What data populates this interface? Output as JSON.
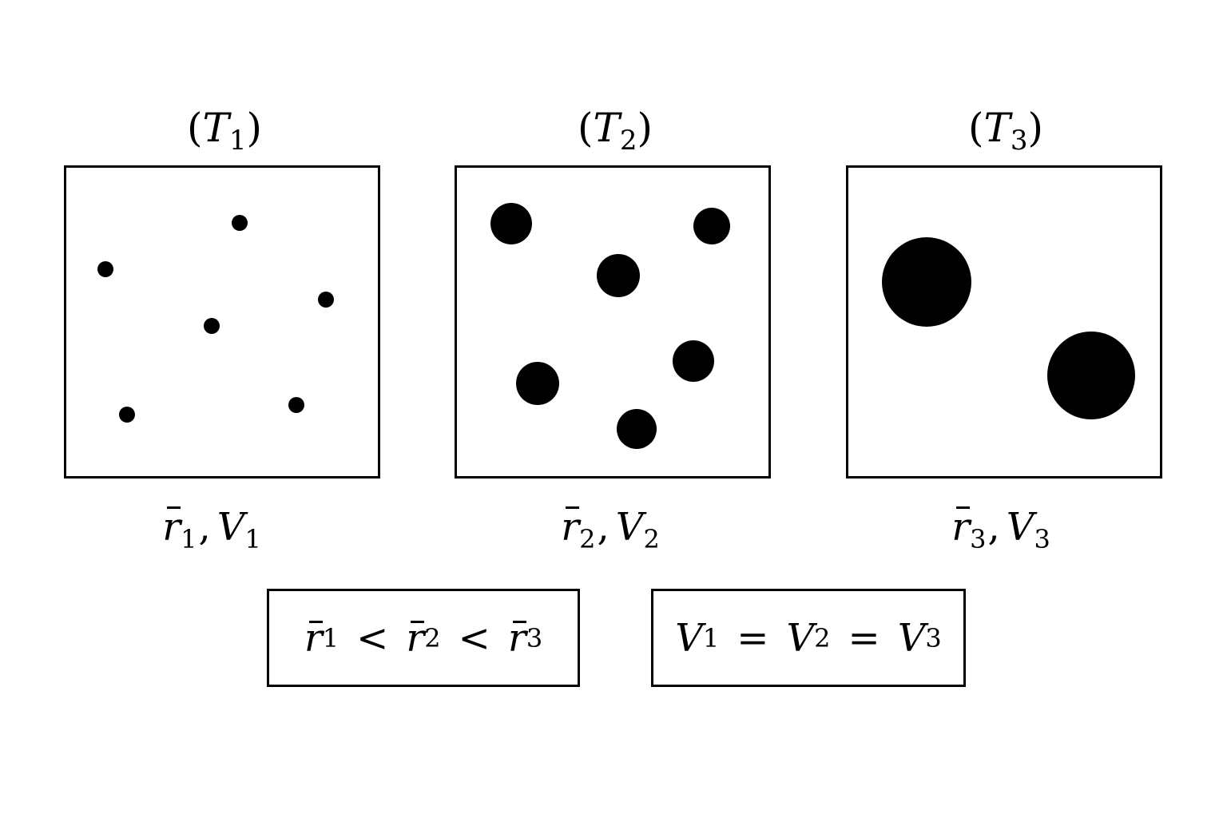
{
  "panels": [
    {
      "title_letter": "T",
      "title_index": "1",
      "caption": {
        "r_symbol": "r",
        "r_index": "1",
        "separator": ",",
        "v_symbol": "V",
        "v_index": "1"
      }
    },
    {
      "title_letter": "T",
      "title_index": "2",
      "caption": {
        "r_symbol": "r",
        "r_index": "2",
        "separator": ",",
        "v_symbol": "V",
        "v_index": "2"
      }
    },
    {
      "title_letter": "T",
      "title_index": "3",
      "caption": {
        "r_symbol": "r",
        "r_index": "3",
        "separator": ",",
        "v_symbol": "V",
        "v_index": "3"
      }
    }
  ],
  "relations": {
    "radius": {
      "terms": [
        "r",
        "r",
        "r"
      ],
      "indices": [
        "1",
        "2",
        "3"
      ],
      "operator": "<"
    },
    "volume": {
      "terms": [
        "V",
        "V",
        "V"
      ],
      "indices": [
        "1",
        "2",
        "3"
      ],
      "operator": "="
    }
  },
  "colors": {
    "ink": "#000000",
    "background": "#ffffff"
  }
}
